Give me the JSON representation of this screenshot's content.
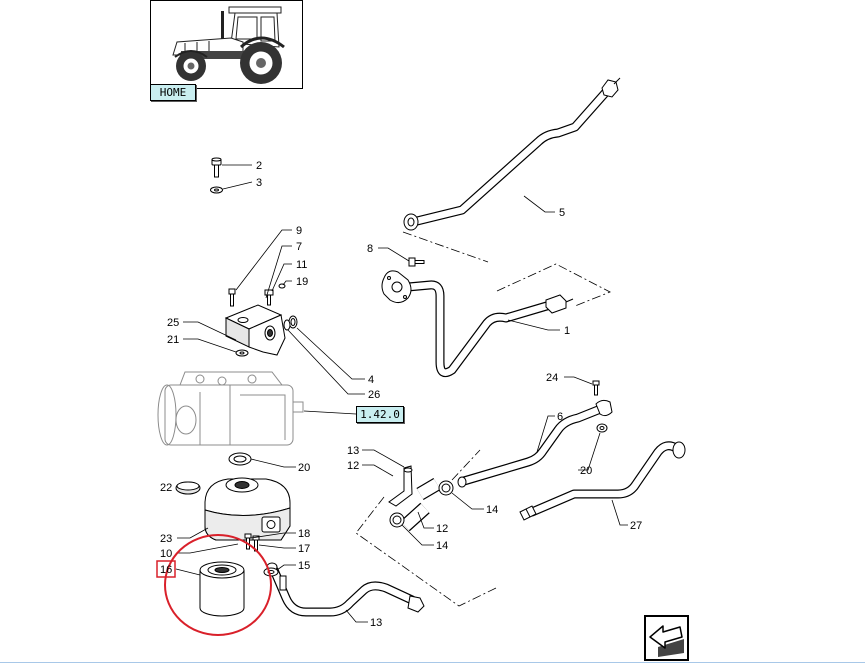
{
  "nav": {
    "home_label": "HOME",
    "reference_link": "1.42.0"
  },
  "callouts": [
    {
      "label": "2"
    },
    {
      "label": "3"
    },
    {
      "label": "9"
    },
    {
      "label": "7"
    },
    {
      "label": "11"
    },
    {
      "label": "19"
    },
    {
      "label": "8"
    },
    {
      "label": "5"
    },
    {
      "label": "25"
    },
    {
      "label": "21"
    },
    {
      "label": "4"
    },
    {
      "label": "26"
    },
    {
      "label": "1"
    },
    {
      "label": "24"
    },
    {
      "label": "6"
    },
    {
      "label": "20"
    },
    {
      "label": "13"
    },
    {
      "label": "12"
    },
    {
      "label": "22"
    },
    {
      "label": "14"
    },
    {
      "label": "20"
    },
    {
      "label": "23"
    },
    {
      "label": "18"
    },
    {
      "label": "10"
    },
    {
      "label": "17"
    },
    {
      "label": "16",
      "selected": true
    },
    {
      "label": "15"
    },
    {
      "label": "12"
    },
    {
      "label": "14"
    },
    {
      "label": "27"
    },
    {
      "label": "13"
    }
  ],
  "icons": {
    "thumbnail": "tractor-icon",
    "back_button": "back-arrow-icon"
  },
  "colors": {
    "highlight": "#d9202a",
    "link_background": "#c9eef0",
    "line": "#000000",
    "reference_outline": "#8c8c8c"
  }
}
